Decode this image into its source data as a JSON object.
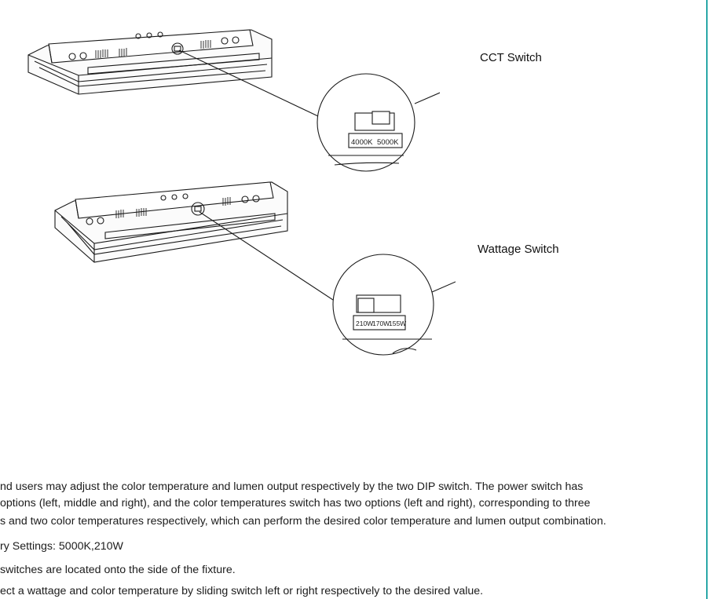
{
  "labels": {
    "cct_switch": "CCT Switch",
    "wattage_switch": "Wattage Switch"
  },
  "cct_options": [
    "4000K",
    "5000K"
  ],
  "wattage_options": [
    "210W",
    "170W",
    "155W"
  ],
  "text": {
    "para_line1": "nd users may adjust the color temperature and lumen output respectively by the two DIP switch. The power switch has",
    "para_line2": "options (left, middle and right), and the color temperatures switch has two options (left and right), corresponding to three",
    "para_line3": "s and two color temperatures respectively, which can perform the desired color temperature and lumen output combination.",
    "factory": "ry Settings: 5000K,210W",
    "located": "switches are located onto the side of the fixture.",
    "select": "ect a wattage and color temperature by sliding switch left or right respectively to the desired value."
  },
  "colors": {
    "accent_rule": "#2aa8a8",
    "line": "#1a1a1a"
  }
}
